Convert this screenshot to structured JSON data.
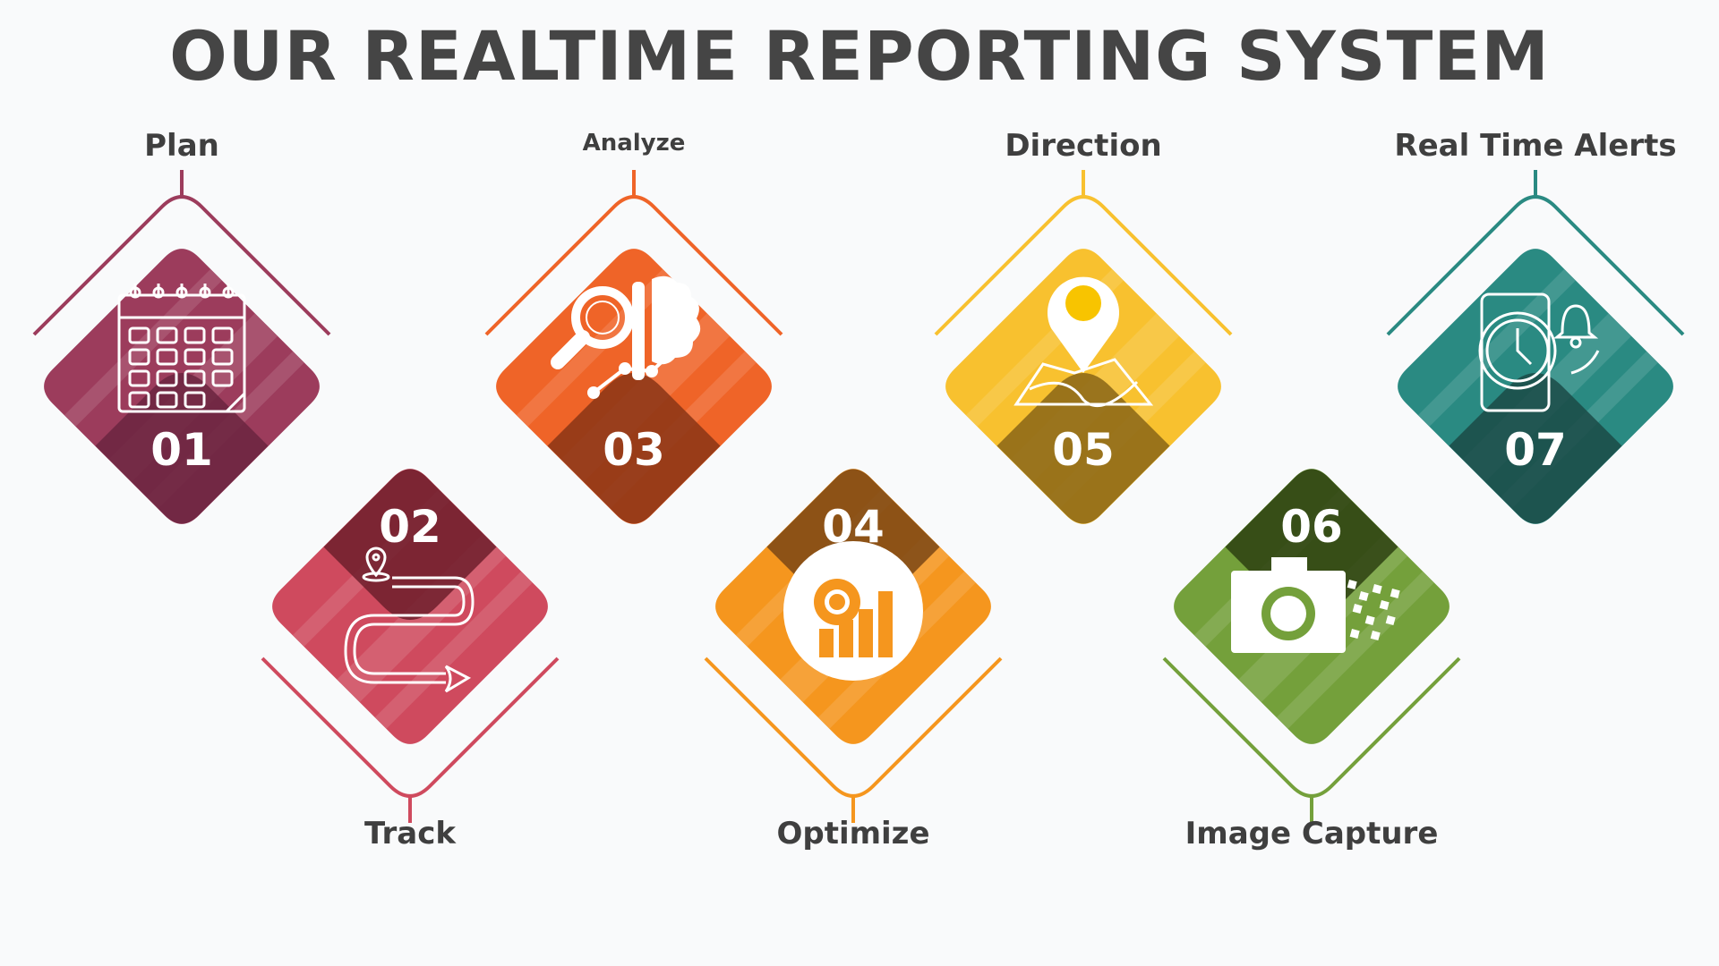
{
  "title": "OUR REALTIME REPORTING SYSTEM",
  "steps": [
    {
      "number": "01",
      "label": "Plan",
      "icon": "calendar-icon",
      "color": "#9c3c5c",
      "dark": "#6b2540"
    },
    {
      "number": "02",
      "label": "Track",
      "icon": "route-icon",
      "color": "#cf4a5e",
      "dark": "#6d1f2c"
    },
    {
      "number": "03",
      "label": "Analyze",
      "icon": "analysis-brain-icon",
      "color": "#ef6428",
      "dark": "#8a3515"
    },
    {
      "number": "04",
      "label": "Optimize",
      "icon": "optimize-chart-gear-icon",
      "color": "#f5961e",
      "dark": "#7a4715"
    },
    {
      "number": "05",
      "label": "Direction",
      "icon": "map-pin-icon",
      "color": "#f8c12f",
      "dark": "#8a6516"
    },
    {
      "number": "06",
      "label": "Image Capture",
      "icon": "camera-icon",
      "color": "#74a03b",
      "dark": "#2d4012"
    },
    {
      "number": "07",
      "label": "Real Time Alerts",
      "icon": "phone-clock-alarm-icon",
      "color": "#2a8a82",
      "dark": "#1b4a47"
    }
  ]
}
